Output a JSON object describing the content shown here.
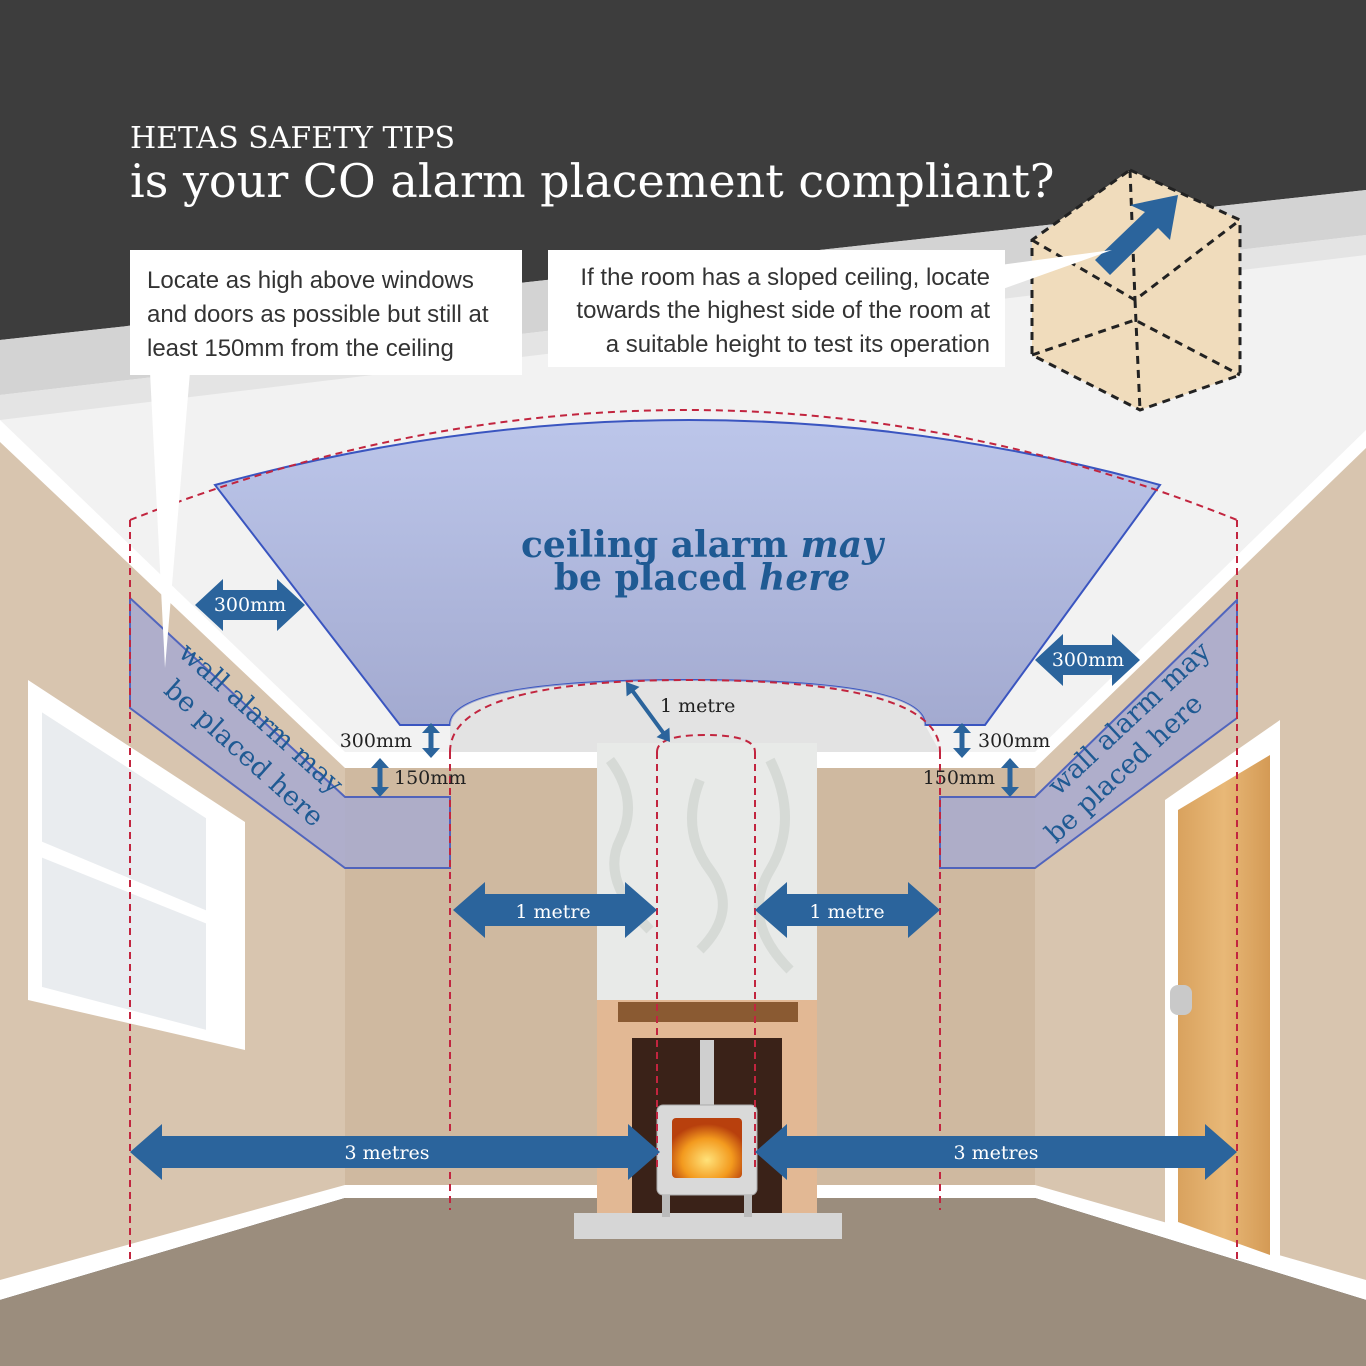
{
  "header": {
    "kicker": "HETAS SAFETY TIPS",
    "title": "is your CO alarm placement compliant?"
  },
  "callouts": {
    "windows_doors": [
      "Locate as high above windows",
      "and doors as possible but still at",
      "least 150mm from the ceiling"
    ],
    "sloped_ceiling": [
      "If the room has a sloped ceiling, locate",
      "towards the highest side of the room at",
      "a suitable height to test its operation"
    ]
  },
  "zones": {
    "ceiling": {
      "line1_plain": "ceiling alarm ",
      "line1_italic": "may",
      "line2_plain": "be placed ",
      "line2_italic": "here"
    },
    "wall_left": [
      "wall alarm may",
      "be placed here"
    ],
    "wall_right": [
      "wall alarm may",
      "be placed here"
    ]
  },
  "dimensions": {
    "ceiling_edge_left": "300mm",
    "ceiling_edge_right": "300mm",
    "ceiling_gap_left": "300mm",
    "ceiling_gap_right": "300mm",
    "wall_gap_left": "150mm",
    "wall_gap_right": "150mm",
    "ceiling_from_appliance": "1 metre",
    "wall_from_appliance_left": "1 metre",
    "wall_from_appliance_right": "1 metre",
    "max_from_appliance_left": "3 metres",
    "max_from_appliance_right": "3 metres"
  },
  "colors": {
    "header_bg": "#3d3d3d",
    "arrow_blue": "#2b649c",
    "zone_blue": "#b5c0e6",
    "boundary_red": "#c2253f",
    "wall": "#d8c5af",
    "floor": "#9b8d7d"
  }
}
